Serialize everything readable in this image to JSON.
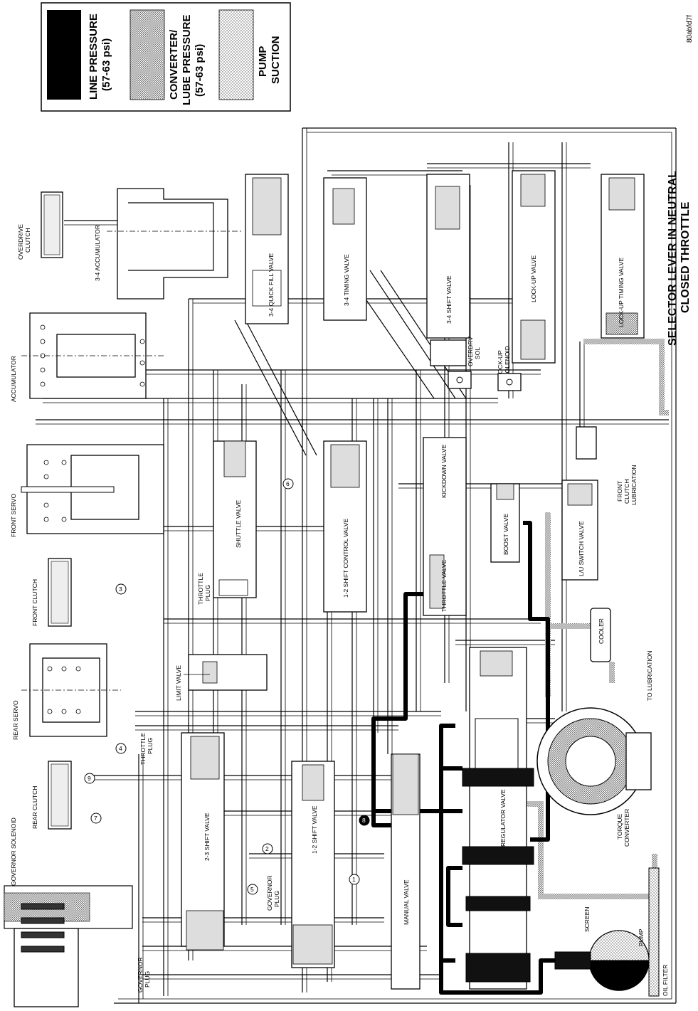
{
  "image_code": "80abfd7f",
  "legend": {
    "line_pressure": "LINE PRESSURE",
    "line_pressure_range": "(57-63 psi)",
    "converter_l1": "CONVERTER/",
    "converter_l2": "LUBE PRESSURE",
    "converter_range": "(57-63 psi)",
    "pump_l1": "PUMP",
    "pump_l2": "SUCTION"
  },
  "title": {
    "line1": "SELECTOR LEVER IN NEUTRAL",
    "line2": "CLOSED THROTTLE"
  },
  "components": {
    "overdrive_clutch_l1": "OVERDRIVE",
    "overdrive_clutch_l2": "CLUTCH",
    "accumulator_34": "3-4 ACCUMULATOR",
    "accumulator": "ACCUMULATOR",
    "front_servo": "FRONT SERVO",
    "front_clutch": "FRONT CLUTCH",
    "rear_servo": "REAR SERVO",
    "rear_clutch": "REAR CLUTCH",
    "governor_solenoid": "GOVERNOR SOLENOID",
    "quick_fill_valve": "3-4 QUICK FILL VALVE",
    "timing_valve_34": "3-4 TIMING VALVE",
    "shift_valve_34": "3-4 SHIFT VALVE",
    "lockup_valve": "LOCK-UP VALVE",
    "lockup_timing_valve": "LOCK-UP TIMING VALVE",
    "overdrv_sol_l1": "OVERDRV",
    "overdrv_sol_l2": "SOL",
    "lockup_sol_l1": "LOCK-UP",
    "lockup_sol_l2": "SOLENOID",
    "shuttle_valve": "SHUTTLE VALVE",
    "throttle_plug_l1": "THROTTLE",
    "throttle_plug_l2": "PLUG",
    "shift_control_12": "1-2 SHIFT CONTROL VALVE",
    "kickdown_valve": "KICKDOWN VALVE",
    "throttle_valve": "THROTTLE VALVE",
    "boost_valve": "BOOST VALVE",
    "lu_switch_valve": "L/U SWITCH VALVE",
    "front_clutch_lub_l1": "FRONT",
    "front_clutch_lub_l2": "CLUTCH",
    "front_clutch_lub_l3": "LUBRICATION",
    "cooler": "COOLER",
    "to_lubrication": "TO LUBRICATION",
    "limit_valve": "LIMIT VALVE",
    "shift_valve_23": "2-3 SHIFT VALVE",
    "shift_valve_12": "1-2 SHIFT VALVE",
    "governor_plug_l1": "GOVERNOR",
    "governor_plug_l2": "PLUG",
    "manual_valve": "MANUAL VALVE",
    "regulator_valve": "REGULATOR VALVE",
    "torque_converter_l1": "TORQUE",
    "torque_converter_l2": "CONVERTER",
    "screen": "SCREEN",
    "pump": "PUMP",
    "oil_filter": "OIL FILTER"
  },
  "ball_numbers": [
    "1",
    "2",
    "3",
    "4",
    "5",
    "6",
    "7",
    "8",
    "9"
  ],
  "colors": {
    "line_pressure": "#000000",
    "converter_pressure": "#9a9a9a",
    "pump_suction": "#d0d0d0"
  }
}
